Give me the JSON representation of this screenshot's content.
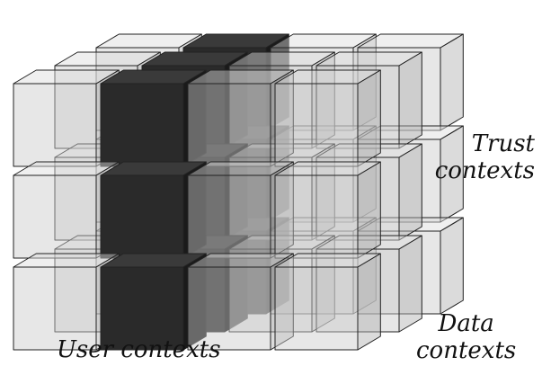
{
  "labels": {
    "trust_line1": "Trust",
    "trust_line2": "contexts",
    "data_line1": "Data",
    "data_line2": "contexts",
    "user": "User contexts"
  },
  "colors": {
    "background": "#ffffff",
    "edge": "#222222",
    "translucent_front": "#c9c9c9",
    "translucent_top": "#dcdcdc",
    "translucent_side": "#b0b0b0",
    "highlight_front": "#2a2a2a",
    "highlight_top": "#3a3a3a",
    "highlight_side": "#1a1a1a"
  },
  "grid": {
    "columns": 4,
    "rows": 3,
    "depth": 3
  },
  "highlighted_column": 1
}
